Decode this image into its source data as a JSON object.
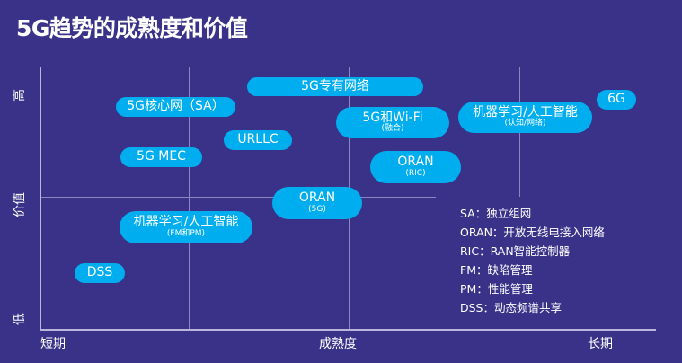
{
  "title": "5G趋势的成熟度和价值",
  "axes": {
    "x_start": "短期",
    "x_mid": "成熟度",
    "x_end": "长期",
    "y_high": "高",
    "y_mid": "价值",
    "y_low": "低"
  },
  "items": [
    {
      "label": "5G专有网络",
      "sub": ""
    },
    {
      "label": "5G核心网（SA）",
      "sub": ""
    },
    {
      "label": "5G和Wi-Fi",
      "sub": "(融合)"
    },
    {
      "label": "机器学习/人工智能",
      "sub": "(认知/网络)"
    },
    {
      "label": "6G",
      "sub": ""
    },
    {
      "label": "URLLC",
      "sub": ""
    },
    {
      "label": "5G MEC",
      "sub": ""
    },
    {
      "label": "ORAN",
      "sub": "(RIC)"
    },
    {
      "label": "ORAN",
      "sub": "(5G)"
    },
    {
      "label": "机器学习/人工智能",
      "sub": "(FM和PM)"
    },
    {
      "label": "DSS",
      "sub": ""
    }
  ],
  "legend": [
    "SA：独立组网",
    "ORAN：开放无线电接入网络",
    "RIC：RAN智能控制器",
    "FM：缺陷管理",
    "PM：性能管理",
    "DSS：动态频谱共享"
  ],
  "colors": {
    "background": "#3a3189",
    "pill": "#00aeef"
  }
}
